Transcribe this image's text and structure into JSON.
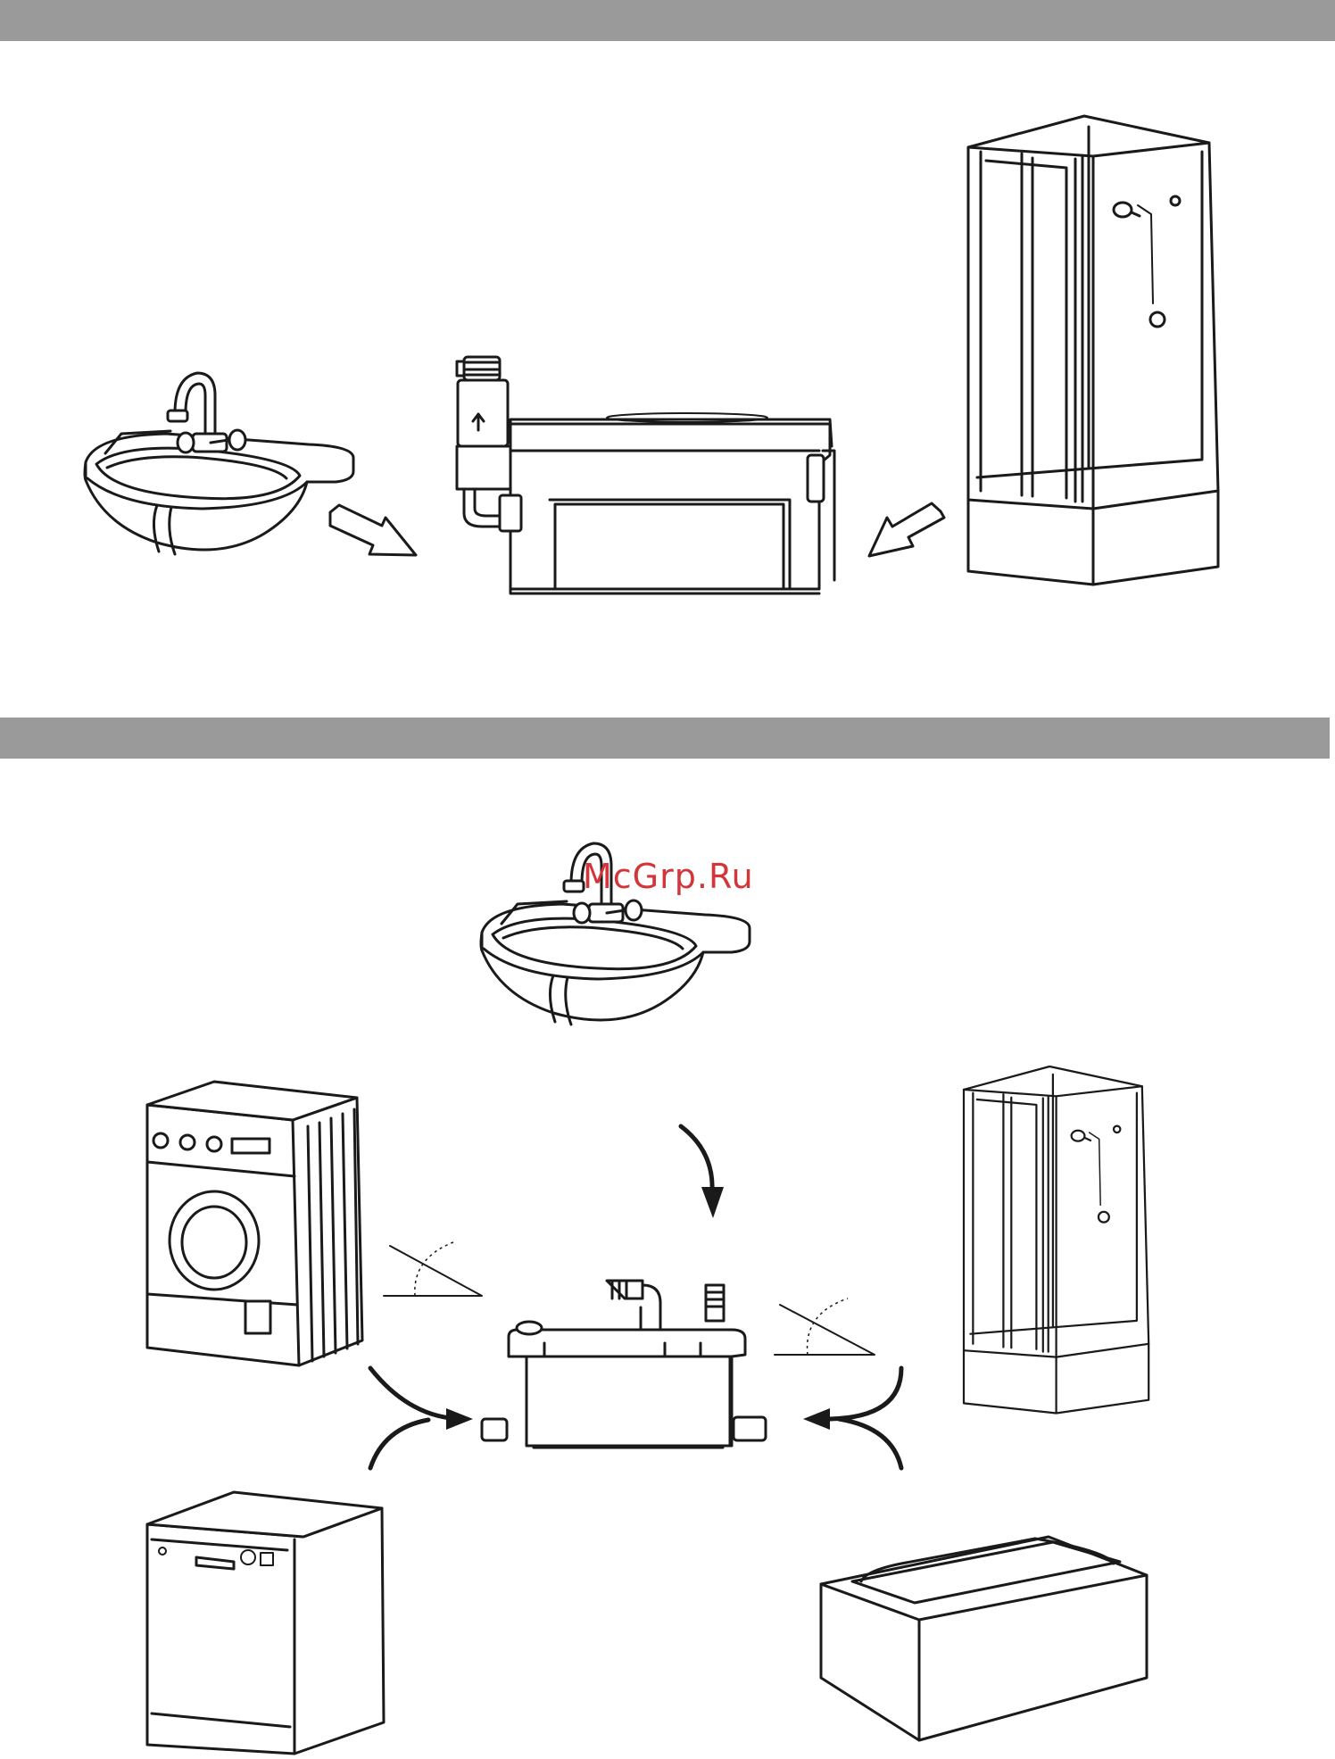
{
  "header_bars": {
    "top_color": "#9a9a9a",
    "middle_color": "#9a9a9a"
  },
  "watermark": {
    "text": "McGrp.Ru",
    "color": "#d3353a"
  },
  "figure_top": {
    "items": [
      "sink-icon",
      "pump-unit-icon",
      "shower-cabin-icon"
    ],
    "arrows": [
      "arrow-sink-to-pump",
      "arrow-shower-to-pump"
    ]
  },
  "figure_bottom": {
    "items": [
      "sink-icon",
      "washing-machine-icon",
      "shower-cabin-icon",
      "pump-unit-icon",
      "dishwasher-icon",
      "bathtub-icon"
    ],
    "arrows": [
      "arrow-sink-down",
      "arrow-left-in",
      "arrow-right-in"
    ]
  }
}
